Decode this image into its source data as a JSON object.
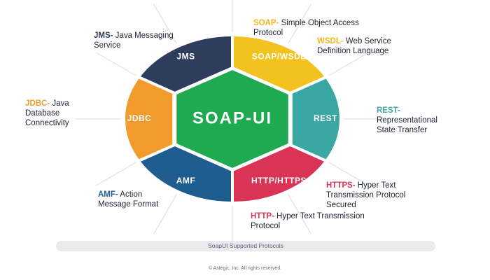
{
  "hub": {
    "label": "SOAP-UI"
  },
  "segments": [
    {
      "id": "jms",
      "label": "JMS",
      "color": "#2f3d5c"
    },
    {
      "id": "soap-wsdl",
      "label": "SOAP/WSDL",
      "color": "#f3c21f"
    },
    {
      "id": "rest",
      "label": "REST",
      "color": "#3aa7a3"
    },
    {
      "id": "http-https",
      "label": "HTTP/HTTPS",
      "color": "#d93356"
    },
    {
      "id": "amf",
      "label": "AMF",
      "color": "#1f5c8f"
    },
    {
      "id": "jdbc",
      "label": "JDBC",
      "color": "#f29b2d"
    }
  ],
  "annotations": {
    "jms": {
      "key": "JMS-",
      "line1": " Java Messaging",
      "line2": "Service",
      "key_color": "#2f3d5c"
    },
    "soap": {
      "key": "SOAP-",
      "line1": " Simple Object Access",
      "line2": "Protocol",
      "key_color": "#f3b51f"
    },
    "wsdl": {
      "key": "WSDL-",
      "line1": " Web Service",
      "line2": "Definition Language",
      "key_color": "#f3b51f"
    },
    "jdbc": {
      "key": "JDBC-",
      "line1": " Java",
      "line2": "Database",
      "line3": "Connectivity",
      "key_color": "#f29b2d"
    },
    "rest": {
      "key": "REST-",
      "line1": "Representational",
      "line2": "State Transfer",
      "key_color": "#3aa7a3"
    },
    "amf": {
      "key": "AMF-",
      "line1": " Action",
      "line2": "Message Format",
      "key_color": "#1f5c8f"
    },
    "https": {
      "key": "HTTPS-",
      "line1": " Hyper Text",
      "line2": "Transmission Protocol",
      "line3": "Secured",
      "key_color": "#d93356"
    },
    "http": {
      "key": "HTTP-",
      "line1": " Hyper Text Transmission",
      "line2": "Protocol",
      "key_color": "#d93356"
    }
  },
  "caption": "SoapUI Supported Protocols",
  "copyright": "© Astegic, Inc. All rights reserved.",
  "colors": {
    "hub": "#1faa52",
    "hub_ring": "#ffffff",
    "divider": "#ffffff",
    "ray": "#d7dbe0"
  }
}
